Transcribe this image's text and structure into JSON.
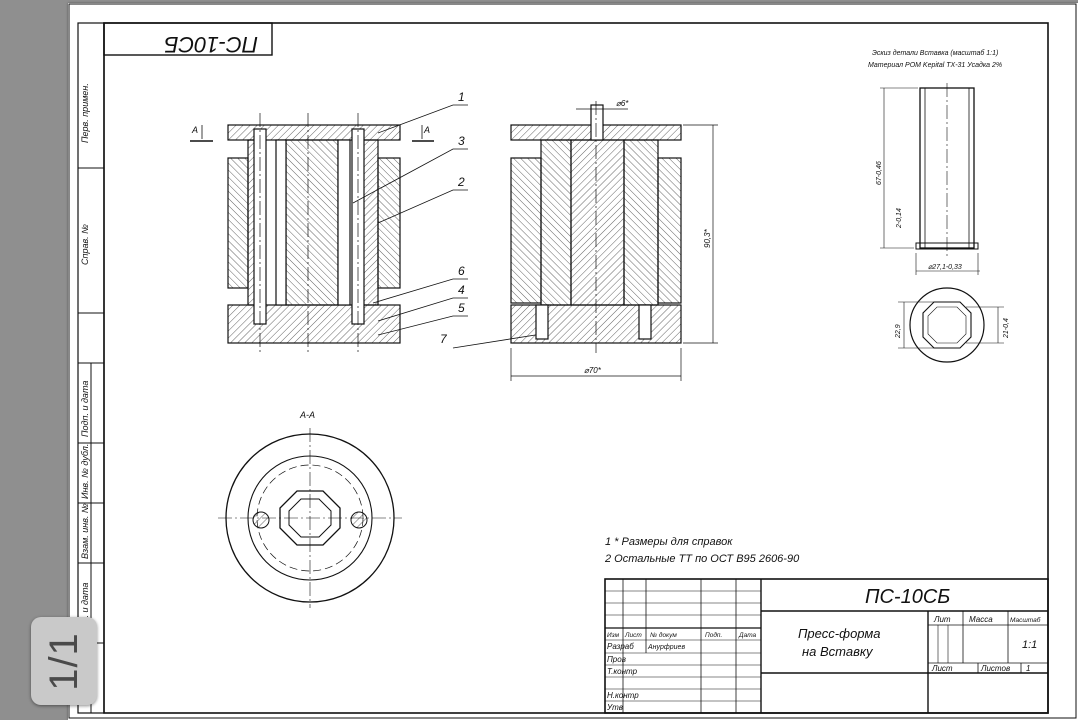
{
  "viewer": {
    "page_indicator": "1/1"
  },
  "drawing": {
    "top_stamp": "ПС-10СБ",
    "sketch_title": "Эскиз детали Вставка (масштаб 1:1)",
    "sketch_material": "Материал POM Kepital TX-31 Усадка 2%",
    "section_mark": "A",
    "section_title": "А-А",
    "callouts": [
      "1",
      "3",
      "2",
      "6",
      "4",
      "5",
      "7"
    ],
    "dims": {
      "d6": "⌀6*",
      "d70": "⌀70*",
      "h90": "90,3*",
      "h67": "67-0,46",
      "h2": "2-0,14",
      "d27": "⌀27,1-0,33",
      "s22": "22,9",
      "s21": "21-0,4"
    },
    "notes": [
      "1 * Размеры для справок",
      "2 Остальные ТТ по ОСТ В95 2606-90"
    ],
    "left_strip": [
      "Перв. примен.",
      "Справ. №",
      "Подп. и дата",
      "Инв. № дубл.",
      "Взам. инв. №",
      "Подп. и дата"
    ]
  },
  "title_block": {
    "designation": "ПС-10СБ",
    "name_line1": "Пресс-форма",
    "name_line2": "на Вставку",
    "headers": [
      "Изм",
      "Лист",
      "№ докум",
      "Подп.",
      "Дата"
    ],
    "rows": [
      {
        "role": "Разраб",
        "name": "Анурфриев"
      },
      {
        "role": "Пров",
        "name": ""
      },
      {
        "role": "Т.контр",
        "name": ""
      },
      {
        "role": "",
        "name": ""
      },
      {
        "role": "Н.контр",
        "name": ""
      },
      {
        "role": "Утв",
        "name": ""
      }
    ],
    "lit_label": "Лит",
    "mass_label": "Масса",
    "scale_label": "Масштаб",
    "scale_value": "1:1",
    "sheet_label": "Лист",
    "sheets_label": "Листов",
    "sheets_value": "1"
  }
}
